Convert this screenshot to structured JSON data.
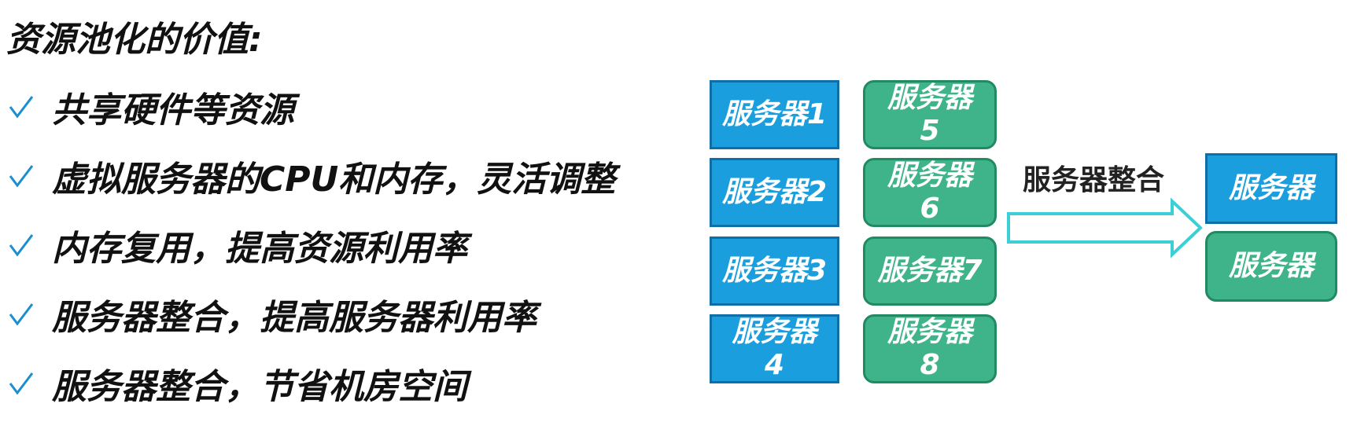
{
  "title": "资源池化的价值:",
  "bullets": [
    "共享硬件等资源",
    "虚拟服务器的CPU和内存，灵活调整",
    "内存复用，提高资源利用率",
    "服务器整合，提高服务器利用率",
    "服务器整合，节省机房空间"
  ],
  "colors": {
    "check": "#1a8fd0",
    "blue_box": "#1a9ede",
    "green_box": "#3fb38a",
    "arrow": "#3ccfd6"
  },
  "diagram": {
    "blue_servers": [
      {
        "line1": "服务器1",
        "line2": ""
      },
      {
        "line1": "服务器2",
        "line2": ""
      },
      {
        "line1": "服务器3",
        "line2": ""
      },
      {
        "line1": "服务器",
        "line2": "4"
      }
    ],
    "green_servers": [
      {
        "line1": "服务器",
        "line2": "5"
      },
      {
        "line1": "服务器",
        "line2": "6"
      },
      {
        "line1": "服务器7",
        "line2": ""
      },
      {
        "line1": "服务器",
        "line2": "8"
      }
    ],
    "merge_label": "服务器整合",
    "result_blue": "服务器",
    "result_green": "服务器"
  }
}
